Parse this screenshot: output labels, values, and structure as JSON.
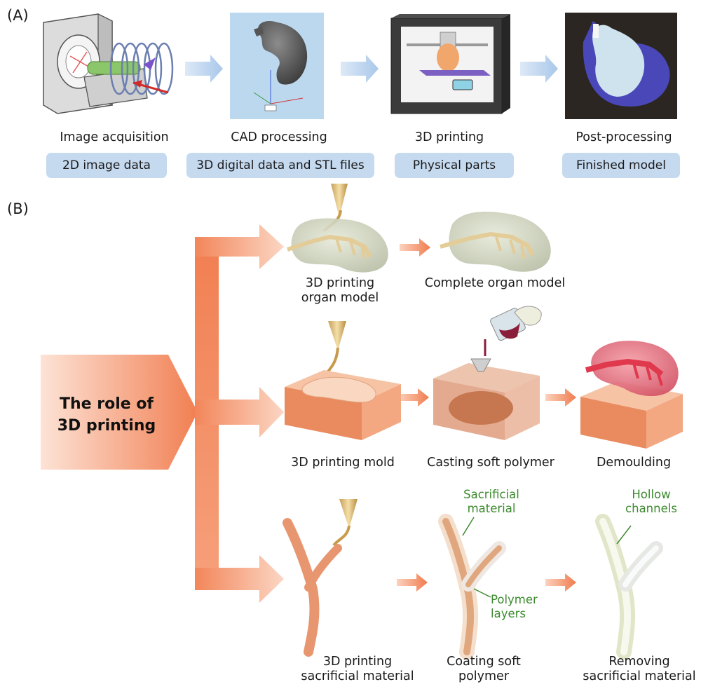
{
  "panel_a": {
    "label": "(A)",
    "steps": [
      {
        "title": "Image acquisition",
        "output": "2D image data"
      },
      {
        "title": "CAD processing",
        "output": "3D digital data and STL files"
      },
      {
        "title": "3D printing",
        "output": "Physical parts"
      },
      {
        "title": "Post-processing",
        "output": "Finished model"
      }
    ]
  },
  "panel_b": {
    "label": "(B)",
    "root": {
      "line1": "The role of",
      "line2": "3D printing"
    },
    "rows": [
      {
        "captions": [
          "3D printing\norgan model",
          "Complete organ model"
        ]
      },
      {
        "captions": [
          "3D printing mold",
          "Casting soft polymer",
          "Demoulding"
        ]
      },
      {
        "captions": [
          "3D printing\nsacrificial material",
          "Coating soft\npolymer",
          "Removing\nsacrificial material"
        ]
      }
    ],
    "annotations": {
      "sacrificial": "Sacrificial\nmaterial",
      "polymer_layers": "Polymer\nlayers",
      "hollow": "Hollow\nchannels"
    }
  },
  "colors": {
    "pill": "#c5d9ef",
    "arrow_blue": "#b9d3ee",
    "arrow_orange": "#f08a62",
    "mold": "#f0a882",
    "green": "#3c8a2e"
  }
}
